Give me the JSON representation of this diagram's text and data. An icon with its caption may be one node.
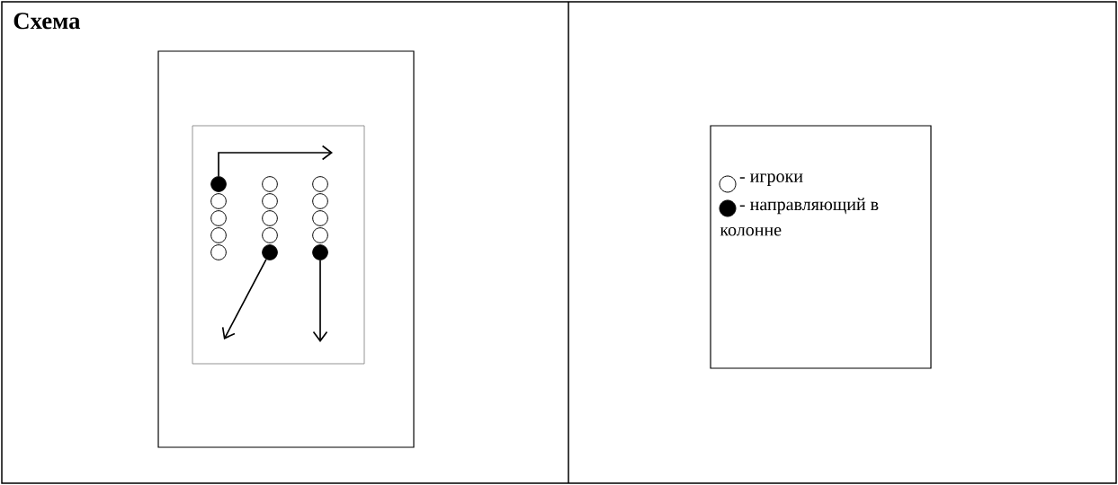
{
  "diagram": {
    "title": "Схема",
    "nodes": [
      {
        "text": [],
        "shape": "dot"
      },
      {
        "text": [],
        "shape": "circle"
      },
      {
        "text": [],
        "shape": "circle"
      },
      {
        "text": [],
        "shape": "circle"
      },
      {
        "text": [],
        "shape": "circle"
      },
      {
        "text": [],
        "shape": "circle"
      },
      {
        "text": [],
        "shape": "circle"
      },
      {
        "text": [],
        "shape": "circle"
      },
      {
        "text": [],
        "shape": "circle"
      },
      {
        "text": [],
        "shape": "dot"
      },
      {
        "text": [],
        "shape": "circle"
      },
      {
        "text": [],
        "shape": "circle"
      },
      {
        "text": [],
        "shape": "circle"
      },
      {
        "text": [],
        "shape": "circle"
      },
      {
        "text": [],
        "shape": "dot"
      }
    ],
    "edges": [
      {
        "from": 0,
        "to": null,
        "arrow": "to"
      },
      {
        "from": 9,
        "to": null,
        "arrow": "to"
      },
      {
        "from": 14,
        "to": null,
        "arrow": "to"
      }
    ],
    "legend": [
      {
        "text": "- игроки"
      },
      {
        "text": "- направляющий в колонне"
      }
    ]
  }
}
